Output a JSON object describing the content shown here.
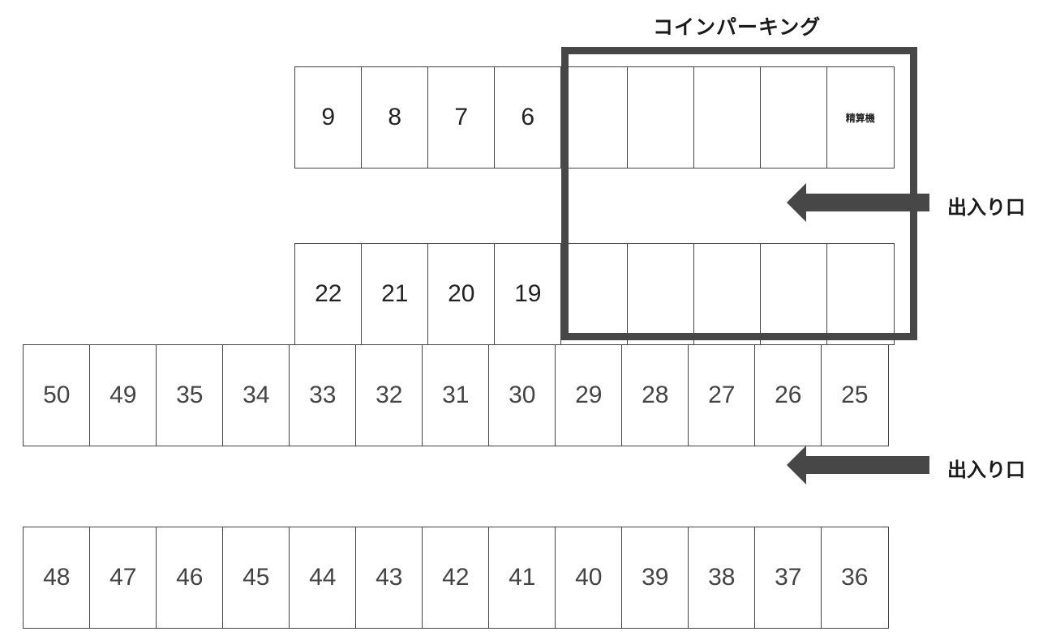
{
  "title": "コインパーキング",
  "rows": [
    {
      "name": "row-1",
      "cells": [
        "9",
        "8",
        "7",
        "6",
        "",
        "",
        "",
        "",
        "精算機"
      ]
    },
    {
      "name": "row-2",
      "cells": [
        "22",
        "21",
        "20",
        "19",
        "",
        "",
        "",
        "",
        ""
      ]
    },
    {
      "name": "row-3",
      "cells": [
        "50",
        "49",
        "35",
        "34",
        "33",
        "32",
        "31",
        "30",
        "29",
        "28",
        "27",
        "26",
        "25"
      ]
    },
    {
      "name": "row-4",
      "cells": [
        "48",
        "47",
        "46",
        "45",
        "44",
        "43",
        "42",
        "41",
        "40",
        "39",
        "38",
        "37",
        "36"
      ]
    }
  ],
  "entrances": [
    {
      "label": "出入り口"
    },
    {
      "label": "出入り口"
    }
  ],
  "colors": {
    "line": "#444444",
    "border": "#474747",
    "arrow": "#474747"
  }
}
